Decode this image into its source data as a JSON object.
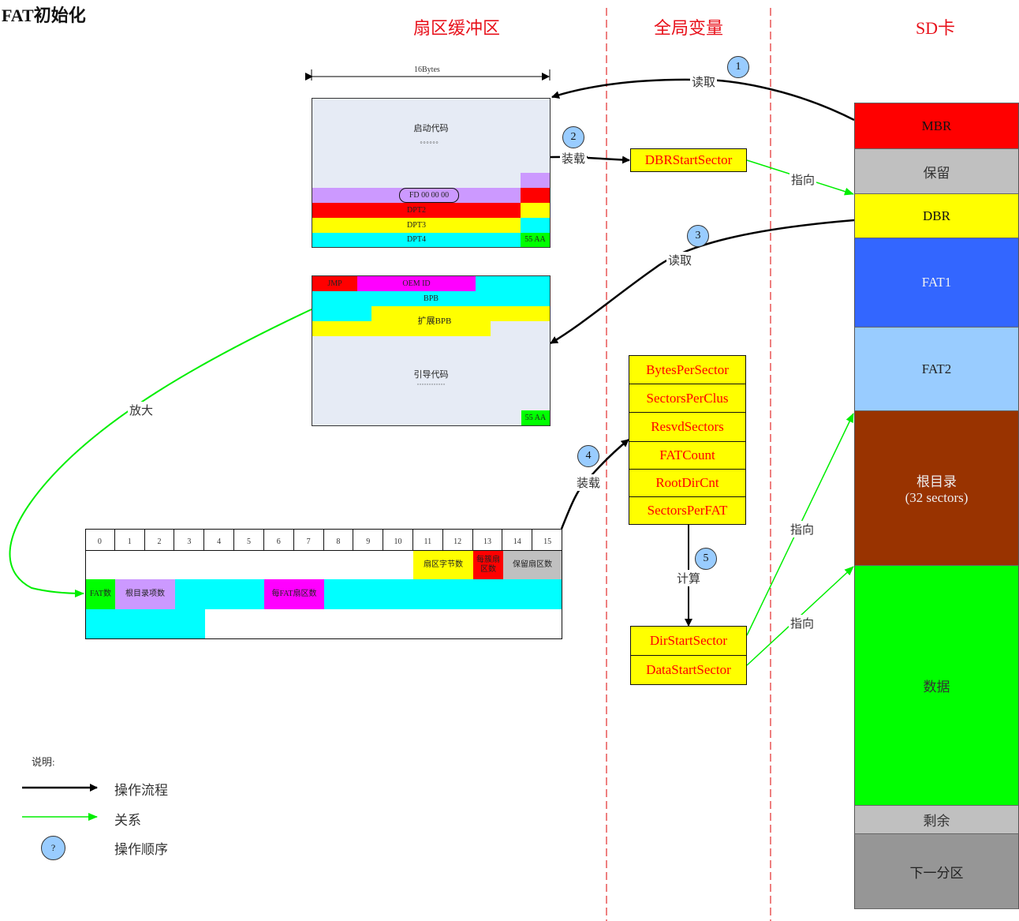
{
  "title": "FAT初始化",
  "columns": {
    "buffer": "扇区缓冲区",
    "globals": "全局变量",
    "sdcard": "SD卡"
  },
  "mbr_sector": {
    "width_label": "16Bytes",
    "boot_code": "启动代码",
    "boot_dots": "。。。。。。",
    "dpt1": "FD 00 00 00",
    "dpt2": "DPT2",
    "dpt3": "DPT3",
    "dpt4": "DPT4",
    "signature": "55 AA"
  },
  "dbr_sector": {
    "jmp": "JMP",
    "oem": "OEM ID",
    "bpb": "BPB",
    "ext_bpb": "扩展BPB",
    "boot_code": "引导代码",
    "boot_dots": "············",
    "signature": "55  AA"
  },
  "bpb_table": {
    "header": [
      "0",
      "1",
      "2",
      "3",
      "4",
      "5",
      "6",
      "7",
      "8",
      "9",
      "10",
      "11",
      "12",
      "13",
      "14",
      "15"
    ],
    "bytes_per_sector": "扇区字节数",
    "sectors_per_cluster": "每簇扇区数",
    "reserved_sectors": "保留扇区数",
    "fat_count": "FAT数",
    "root_entries": "根目录项数",
    "sectors_per_fat": "每FAT扇区数"
  },
  "globals": {
    "dbr_start": "DBRStartSector",
    "bpb_vars": [
      "BytesPerSector",
      "SectorsPerClus",
      "ResvdSectors",
      "FATCount",
      "RootDirCnt",
      "SectorsPerFAT"
    ],
    "computed": [
      "DirStartSector",
      "DataStartSector"
    ]
  },
  "sdcard": [
    {
      "label": "MBR",
      "color": "#ff0000",
      "text": "#111"
    },
    {
      "label": "保留",
      "color": "#c0c0c0",
      "text": "#333"
    },
    {
      "label": "DBR",
      "color": "#ffff00",
      "text": "#111"
    },
    {
      "label": "FAT1",
      "color": "#3366ff",
      "text": "#f2f2f2"
    },
    {
      "label": "FAT2",
      "color": "#99ccff",
      "text": "#222"
    },
    {
      "label": "根目录\n(32 sectors)",
      "color": "#993300",
      "text": "#eeeeee"
    },
    {
      "label": "数据",
      "color": "#00ff00",
      "text": "#333"
    },
    {
      "label": "剩余",
      "color": "#c0c0c0",
      "text": "#333"
    },
    {
      "label": "下一分区",
      "color": "#969696",
      "text": "#222"
    }
  ],
  "flow": {
    "step1": {
      "num": "1",
      "label": "读取"
    },
    "step2": {
      "num": "2",
      "label": "装载"
    },
    "step3": {
      "num": "3",
      "label": "读取"
    },
    "step4": {
      "num": "4",
      "label": "装载"
    },
    "step5": {
      "num": "5",
      "label": "计算"
    },
    "points_to": "指向",
    "zoom": "放大"
  },
  "legend": {
    "title": "说明:",
    "flow": "操作流程",
    "relation": "关系",
    "order_symbol": "?",
    "order": "操作顺序"
  }
}
